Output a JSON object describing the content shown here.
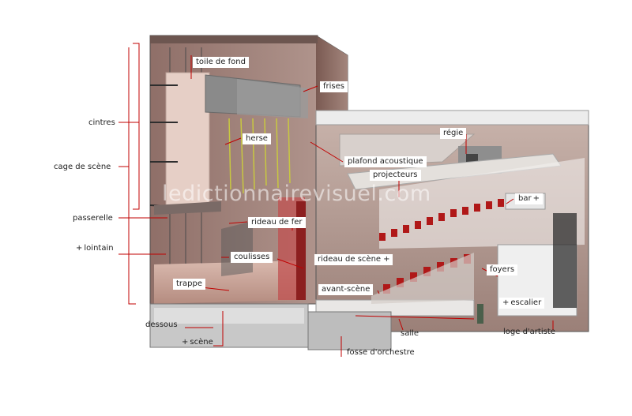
{
  "labels": {
    "toile_de_fond": "toile de fond",
    "frises": "frises",
    "cintres": "cintres",
    "herse": "herse",
    "regie": "régie",
    "plafond_acoustique": "plafond acoustique",
    "cage_de_scene": "cage de scène",
    "projecteurs": "projecteurs",
    "bar": "bar",
    "passerelle": "passerelle",
    "rideau_de_fer": "rideau de fer",
    "lointain": "lointain",
    "coulisses": "coulisses",
    "rideau_de_scene": "rideau de scène",
    "foyers": "foyers",
    "trappe": "trappe",
    "avant_scene": "avant-scène",
    "escalier": "escalier",
    "dessous": "dessous",
    "salle": "salle",
    "loge_dartiste": "loge d'artiste",
    "scene": "scène",
    "fosse_dorchestre": "fosse d'orchestre"
  },
  "plus_marker": "+",
  "watermark": "ledictionnairevisuel.com",
  "colors": {
    "leader": "#c00000",
    "wall": "#9a7a72",
    "frame": "#3a3a3a",
    "seat": "#b01818"
  }
}
